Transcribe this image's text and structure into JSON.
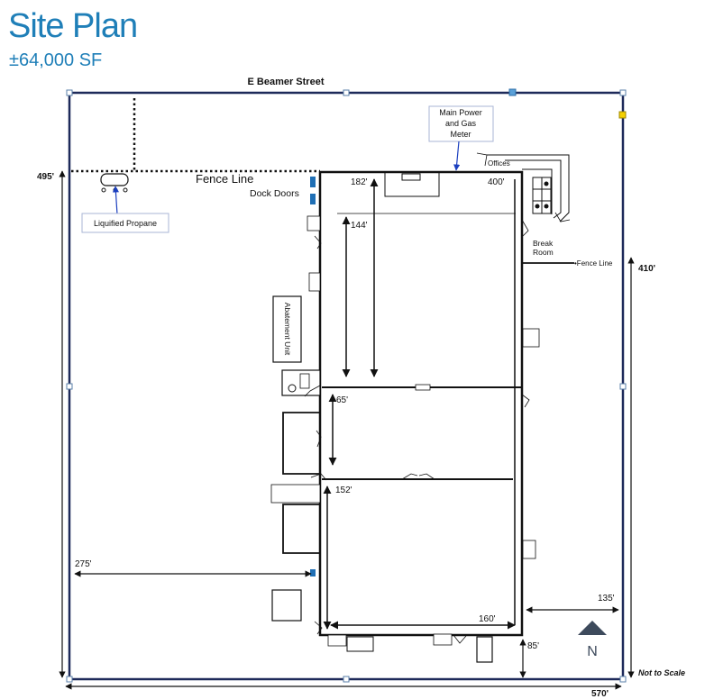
{
  "header": {
    "title": "Site Plan",
    "subtitle": "±64,000 SF"
  },
  "labels": {
    "street": "E Beamer Street",
    "main_power": [
      "Main Power",
      "and Gas",
      "Meter"
    ],
    "offices": "Offices",
    "break_room": [
      "Break",
      "Room"
    ],
    "fence_line_top": "Fence Line",
    "fence_line_right": "•Fence Line",
    "dock_doors": "Dock Doors",
    "liquified_propane": "Liquified Propane",
    "abatement_unit": "Abatement Unit",
    "not_to_scale": "Not to Scale",
    "north": "N"
  },
  "dimensions": {
    "d495": "495'",
    "d182": "182'",
    "d400": "400'",
    "d144": "144'",
    "d410": "410'",
    "d65": "65'",
    "d152": "152'",
    "d275": "275'",
    "d135": "135'",
    "d160": "160'",
    "d85": "85'",
    "d570": "570'"
  },
  "colors": {
    "title": "#1f7fb8",
    "dock_door": "#1f6fb5",
    "north_arrow": "#3d4a5c",
    "handle": "#5aa0d8",
    "handle_accent": "#f5d000"
  }
}
